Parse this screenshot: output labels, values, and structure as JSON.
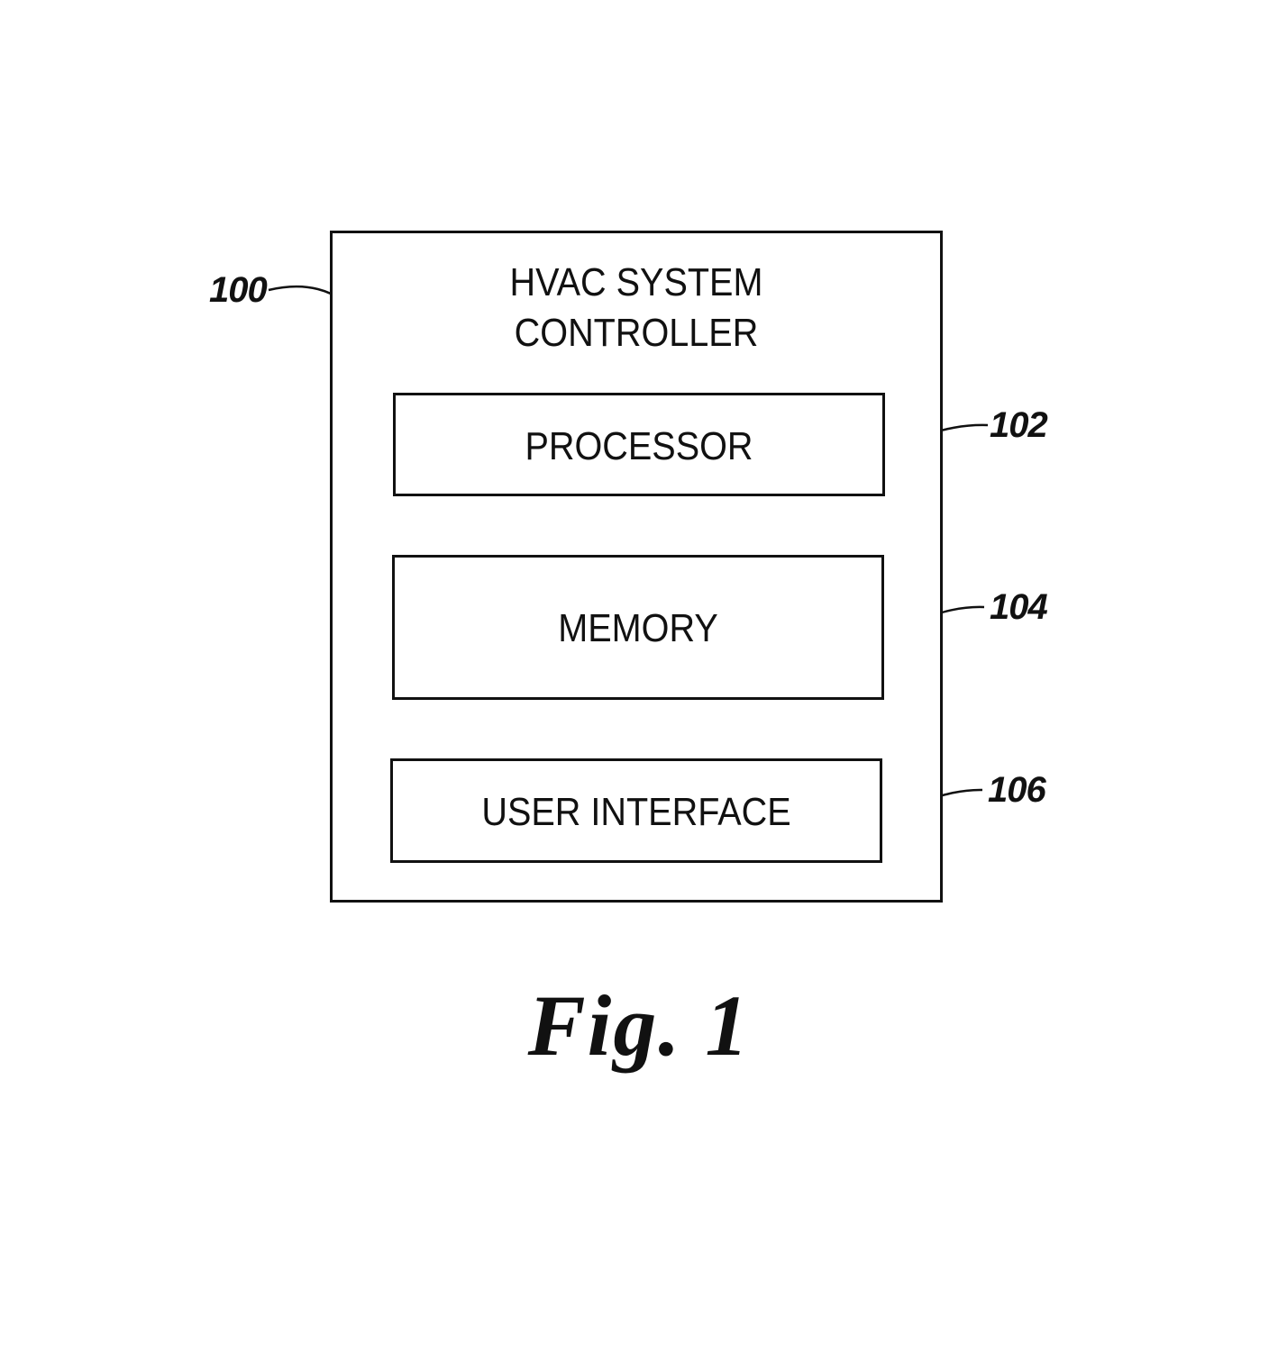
{
  "figure": {
    "outer_box": {
      "title_line1": "HVAC SYSTEM",
      "title_line2": "CONTROLLER",
      "ref": "100"
    },
    "blocks": [
      {
        "label": "PROCESSOR",
        "ref": "102"
      },
      {
        "label": "MEMORY",
        "ref": "104"
      },
      {
        "label": "USER INTERFACE",
        "ref": "106"
      }
    ],
    "caption": "Fig. 1"
  }
}
